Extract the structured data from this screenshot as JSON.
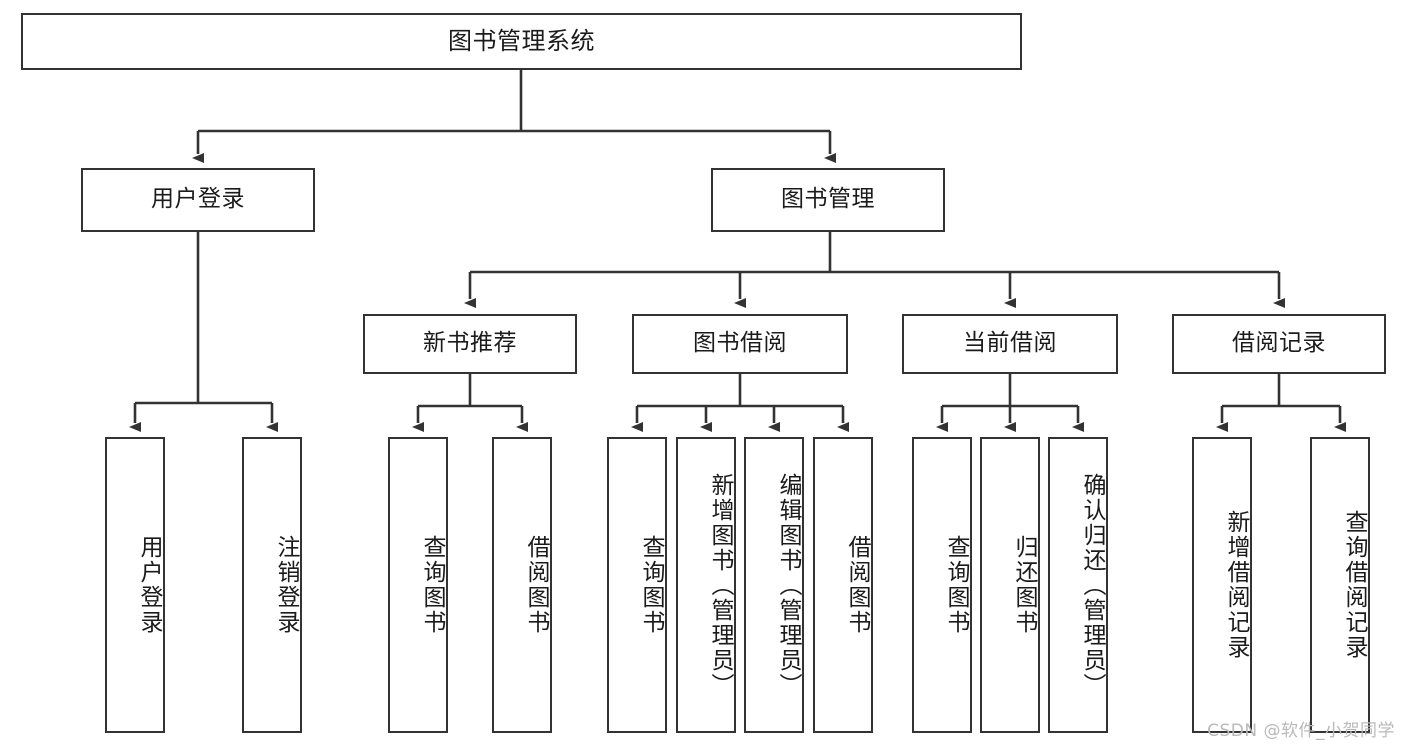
{
  "diagram": {
    "title": "图书管理系统",
    "type": "tree",
    "style": {
      "box_border_color": "#333333",
      "box_fill_color": "#ffffff",
      "connector_color": "#333333",
      "text_color": "#1b1b1b",
      "background": "#ffffff"
    },
    "levels": {
      "root": {
        "label": "图书管理系统"
      },
      "level2": [
        {
          "label": "用户登录"
        },
        {
          "label": "图书管理"
        }
      ],
      "level3": [
        {
          "label": "新书推荐"
        },
        {
          "label": "图书借阅"
        },
        {
          "label": "当前借阅"
        },
        {
          "label": "借阅记录"
        }
      ],
      "leaves": {
        "user_login": [
          {
            "label": "用户登录"
          },
          {
            "label": "注销登录"
          }
        ],
        "new_book_recommend": [
          {
            "label": "查询图书"
          },
          {
            "label": "借阅图书"
          }
        ],
        "book_borrow": [
          {
            "label": "查询图书"
          },
          {
            "label": "新增图书（管理员）"
          },
          {
            "label": "编辑图书（管理员）"
          },
          {
            "label": "借阅图书"
          }
        ],
        "current_borrow": [
          {
            "label": "查询图书"
          },
          {
            "label": "归还图书"
          },
          {
            "label": "确认归还（管理员）"
          }
        ],
        "borrow_record": [
          {
            "label": "新增借阅记录"
          },
          {
            "label": "查询借阅记录"
          }
        ]
      }
    }
  },
  "watermark": {
    "text": "CSDN @软件_小贺同学"
  }
}
